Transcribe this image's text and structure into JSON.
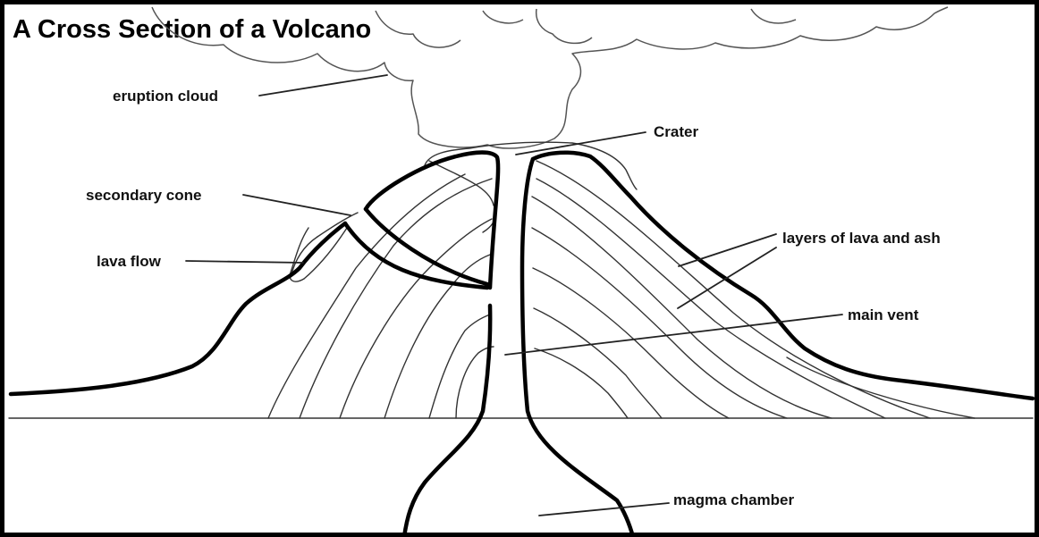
{
  "diagram": {
    "title": "A Cross Section of a Volcano",
    "labels": {
      "eruption_cloud": "eruption cloud",
      "crater": "Crater",
      "secondary_cone": "secondary cone",
      "lava_flow": "lava flow",
      "layers": "layers of lava and ash",
      "main_vent": "main vent",
      "magma_chamber": "magma chamber"
    }
  },
  "colors": {
    "background": "#ffffff",
    "outline": "#000000",
    "border": "#000000"
  }
}
